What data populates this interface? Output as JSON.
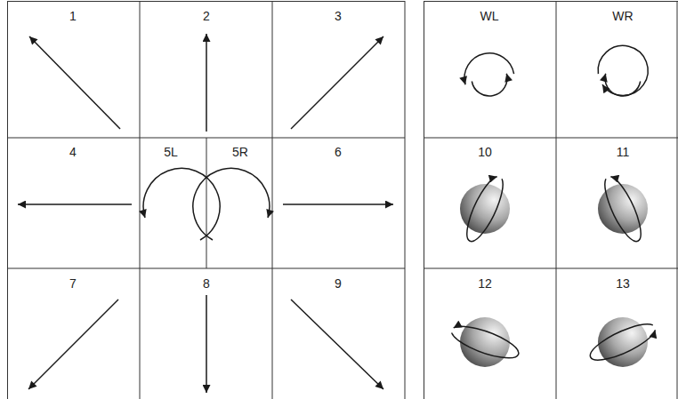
{
  "diagram": {
    "labels": [
      "1",
      "2",
      "3",
      "4",
      "5L",
      "5R",
      "6",
      "7",
      "8",
      "9",
      "WL",
      "WR",
      "10",
      "11",
      "12",
      "13"
    ]
  }
}
